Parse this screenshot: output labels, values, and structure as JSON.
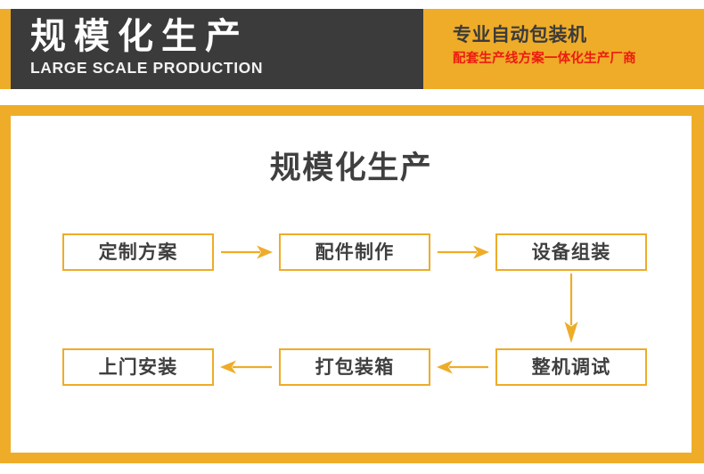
{
  "header": {
    "brand_cn": "规模化生产",
    "brand_en": "LARGE SCALE PRODUCTION",
    "tagline_main": "专业自动包装机",
    "tagline_sub": "配套生产线方案一体化生产厂商",
    "colors": {
      "dark": "#3b3b3b",
      "yellow": "#eeac28",
      "red": "#ee1b11",
      "white": "#ffffff"
    }
  },
  "panel": {
    "title": "规模化生产",
    "frame_color": "#eeac28",
    "box_border_color": "#eeac28",
    "box_text_color": "#3f3f3f",
    "arrow_color": "#eeac28"
  },
  "flow": {
    "row1": [
      {
        "label": "定制方案"
      },
      {
        "label": "配件制作"
      },
      {
        "label": "设备组装"
      }
    ],
    "row2": [
      {
        "label": "上门安装"
      },
      {
        "label": "打包装箱"
      },
      {
        "label": "整机调试"
      }
    ],
    "arrows": {
      "r1a1": "arrow-right-icon",
      "r1a2": "arrow-right-icon",
      "vertical": "arrow-down-icon",
      "r2a1": "arrow-left-icon",
      "r2a2": "arrow-left-icon"
    }
  }
}
